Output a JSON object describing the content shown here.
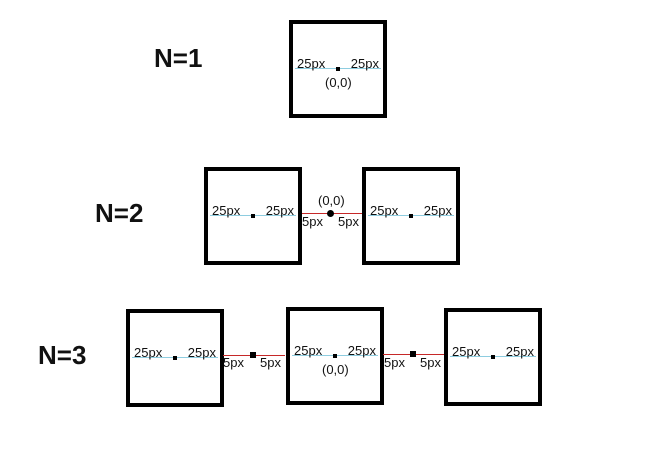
{
  "rows": [
    {
      "label": "N=1"
    },
    {
      "label": "N=2"
    },
    {
      "label": "N=3"
    }
  ],
  "box": {
    "left_half": "25px",
    "right_half": "25px"
  },
  "origin": "(0,0)",
  "gap": {
    "left_half": "5px",
    "right_half": "5px"
  },
  "colors": {
    "guide_line": "#8ecde0",
    "gap_line": "#c62828",
    "box_border": "#000000"
  }
}
